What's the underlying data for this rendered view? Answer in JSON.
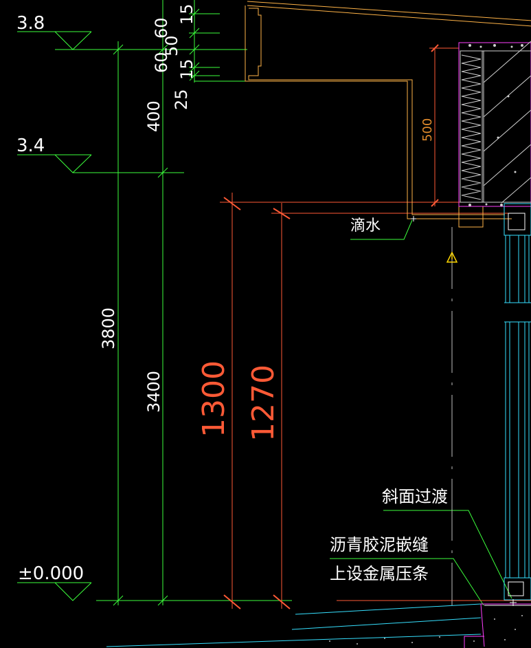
{
  "colors": {
    "background": "#000000",
    "dim_green": "#3cff3c",
    "dim_red": "#ff5a36",
    "outline_orange": "#ffb347",
    "wall_magenta": "#ff40ff",
    "window_cyan": "#36e0ff",
    "marker_yellow": "#ffd700",
    "text_white": "#ffffff"
  },
  "levels": {
    "top": "3.8",
    "mid": "3.4",
    "ground": "±0.000"
  },
  "dimensions": {
    "total_height": "3800",
    "sill_height": "3400",
    "canopy_400": "400",
    "canopy_60a": "60",
    "canopy_60b": "60",
    "canopy_50": "50",
    "canopy_15a": "15",
    "canopy_15b": "15",
    "canopy_25": "25",
    "canopy_500": "500",
    "red_1300": "1300",
    "red_1270": "1270"
  },
  "annotations": {
    "drip": "滴水",
    "slope_transition": "斜面过渡",
    "asphalt_joint": "沥青胶泥嵌缝",
    "metal_strip": "上设金属压条"
  },
  "icons": {
    "level_marker": "triangle-level-icon",
    "warning_marker": "warning-triangle-icon"
  }
}
